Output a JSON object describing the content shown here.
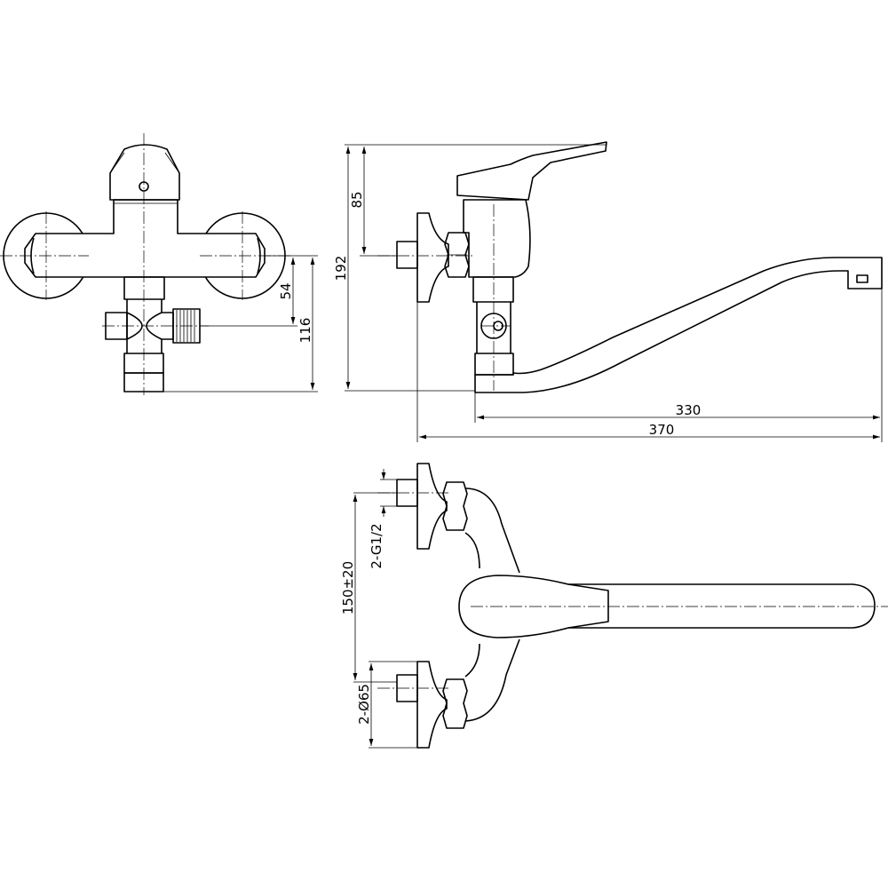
{
  "drawing": {
    "front_view": {
      "dim_outlet_offset": "54",
      "dim_total_depth": "116"
    },
    "side_view": {
      "dim_handle_height": "85",
      "dim_total_height": "192",
      "dim_spout_reach": "330",
      "dim_total_length": "370"
    },
    "top_view": {
      "dim_inlet_spacing": "150±20",
      "dim_inlet_thread": "2-G1/2",
      "dim_plate_diameter": "2-Ø65"
    }
  }
}
